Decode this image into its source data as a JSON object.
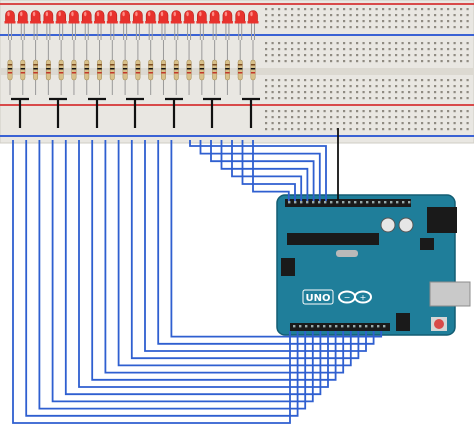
{
  "circuit": {
    "led_count": 20,
    "led_color": "#e8322d",
    "led_highlight": "#ff8a84",
    "wire_color": "#2f5fd0",
    "aux_wire_color": "#111111",
    "breadboard": {
      "body_color": "#e9e7e2",
      "rail_red": "#d84a4a",
      "rail_blue": "#3a62d4"
    },
    "arduino": {
      "board_color": "#1f7e9a",
      "board_label": "UNO",
      "logo_icon": "arduino-infinity-logo",
      "usb_color": "#c9c9c9",
      "jack_color": "#1a1a1a",
      "reset_button_color": "#d84a4a"
    }
  }
}
